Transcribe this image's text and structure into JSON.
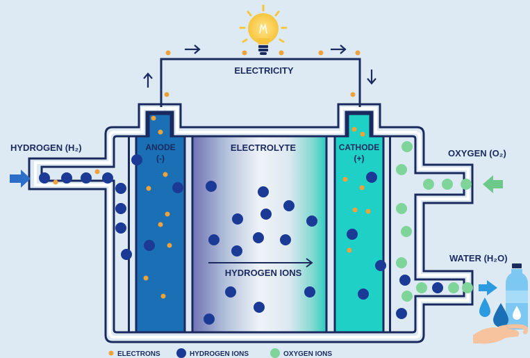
{
  "labels": {
    "electricity": "ELECTRICITY",
    "hydrogen_input": "HYDROGEN (H₂)",
    "oxygen_input": "OXYGEN (O₂)",
    "water_output": "WATER (H₂O)",
    "anode": "ANODE",
    "anode_sign": "(-)",
    "cathode": "CATHODE",
    "cathode_sign": "(+)",
    "electrolyte": "ELECTROLYTE",
    "hydrogen_ions": "HYDROGEN IONS"
  },
  "legend": [
    {
      "label": "ELECTRONS",
      "kind": "electron"
    },
    {
      "label": "HYDROGEN IONS",
      "kind": "hydrogen"
    },
    {
      "label": "OXYGEN IONS",
      "kind": "oxygen"
    }
  ],
  "colors": {
    "background": "#ddeaf4",
    "outline": "#1b2a5e",
    "anode": "#1a6fb5",
    "cathode": "#1fd0c6",
    "electron": "#f0a23a",
    "hydrogen_ion": "#1a3a95",
    "oxygen_ion": "#7fd49a",
    "arrow_blue": "#2b6fc8",
    "arrow_green": "#6cc98a",
    "bulb": "#f7c53d"
  },
  "icons": [
    "light-bulb-icon",
    "water-bottle-icon",
    "water-drop-icon",
    "open-hand-icon"
  ]
}
